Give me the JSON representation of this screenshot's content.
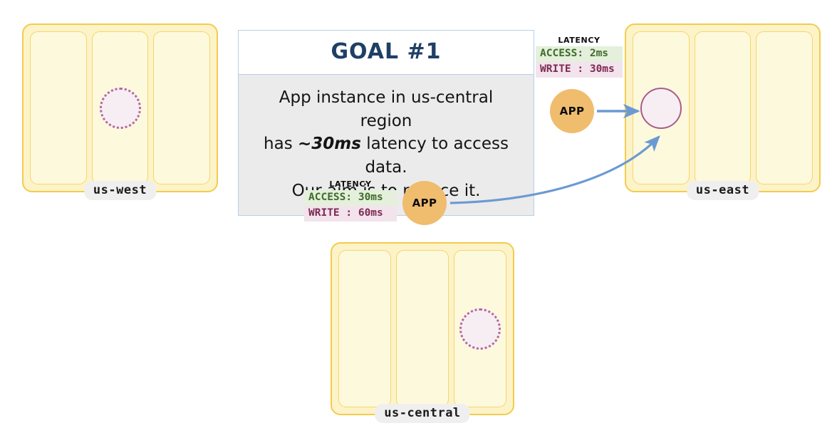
{
  "goal_card": {
    "title": "GOAL  #1",
    "body_line1": "App instance in us-central region",
    "body_line2_pre": "has ",
    "body_line2_highlight": "~30ms",
    "body_line2_post": " latency to access data.",
    "body_line3": "Our aim is to reduce it."
  },
  "regions": [
    {
      "id": "us-west",
      "label": "us-west",
      "zones": [
        "zone-a",
        "zone-b",
        "zone-c"
      ],
      "replica_zone_index": 1,
      "replica_style": "dotted"
    },
    {
      "id": "us-east",
      "label": "us-east",
      "zones": [
        "zone-a",
        "zone-b",
        "zone-c"
      ],
      "replica_zone_index": 0,
      "replica_style": "solid"
    },
    {
      "id": "us-central",
      "label": "us-central",
      "zones": [
        "zone-a",
        "zone-b",
        "zone-c"
      ],
      "replica_zone_index": 2,
      "replica_style": "dotted"
    }
  ],
  "latency_boxes": [
    {
      "id": "us-east-latency",
      "title": "LATENCY",
      "access_label": "ACCESS: 2ms",
      "write_label": "WRITE : 30ms",
      "access_ms": 2,
      "write_ms": 30
    },
    {
      "id": "us-central-latency",
      "title": "LATENCY",
      "access_label": "ACCESS: 30ms",
      "write_label": "WRITE : 60ms",
      "access_ms": 30,
      "write_ms": 60
    }
  ],
  "app_nodes": [
    {
      "id": "app-us-east",
      "label": "APP"
    },
    {
      "id": "app-us-central",
      "label": "APP"
    }
  ],
  "colors": {
    "region_border": "#f2cc4e",
    "region_fill": "#fdf3c8",
    "zone_border": "#f5d66b",
    "zone_fill": "#fdf9dd",
    "replica_border": "#b5679a",
    "replica_fill": "#f7eef4",
    "app_fill": "#f0bc6e",
    "arrow": "#6b9ad2",
    "goal_border": "#b8cfe8",
    "goal_body_bg": "#ebebeb",
    "goal_title": "#1f3f66",
    "access_bg": "#e4f0db",
    "access_text": "#3f6b2b",
    "write_bg": "#f2e3ec",
    "write_text": "#7d2a52",
    "label_pill_bg": "#efefef"
  }
}
